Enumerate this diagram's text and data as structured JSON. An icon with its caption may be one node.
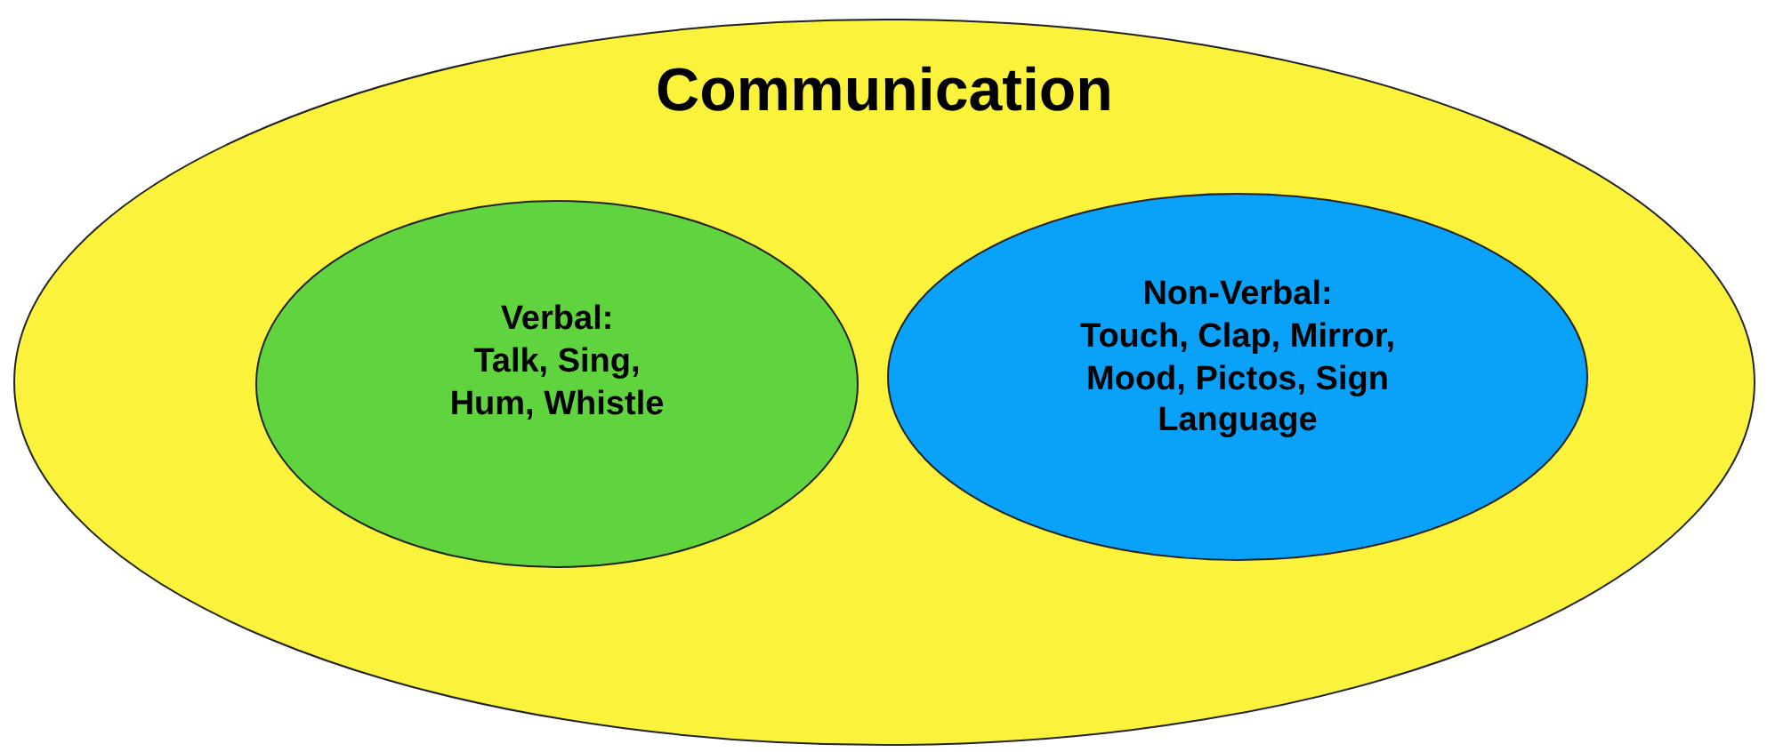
{
  "diagram": {
    "nodes": [
      {
        "text": [
          "Communication"
        ]
      },
      {
        "text": [
          "Verbal:",
          "Talk, Sing, Hum, Whistle"
        ],
        "in": 0
      },
      {
        "text": [
          "Non-Verbal:",
          "Touch, Clap, Mirror, Mood, Pictos, Sign Language"
        ],
        "in": 0
      }
    ]
  }
}
